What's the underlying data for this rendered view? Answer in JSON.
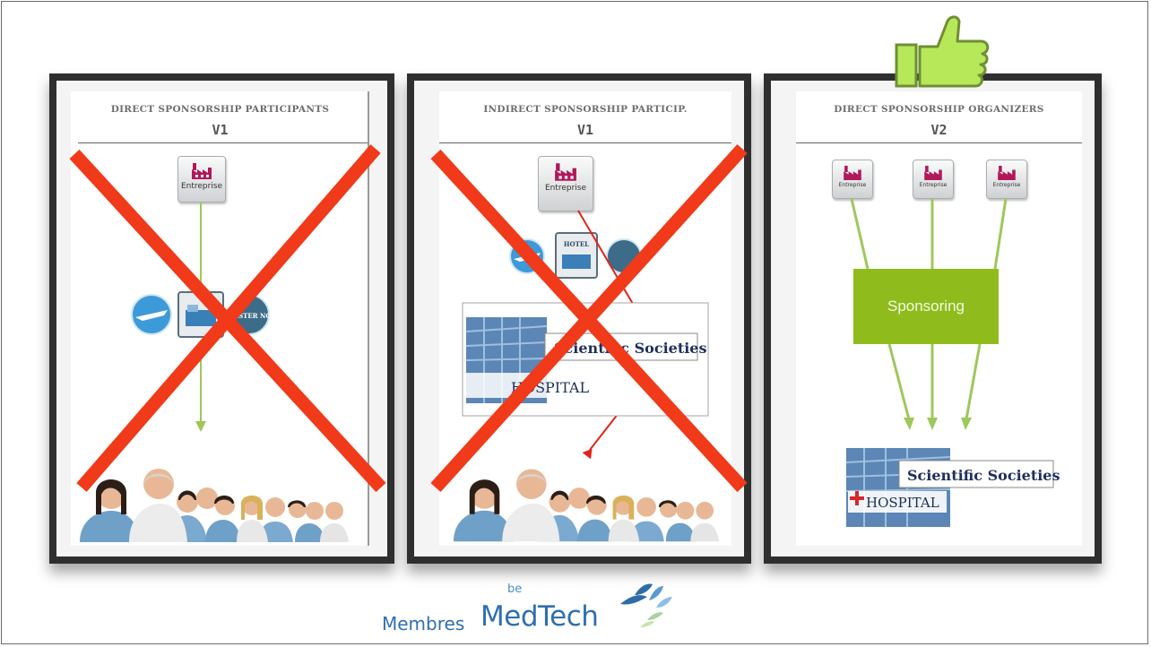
{
  "panels": [
    {
      "title": "DIRECT SPONSORSHIP PARTICIPANTS",
      "version": "V1",
      "enterprise_label": "Entreprise",
      "status": "rejected",
      "icons": [
        "airplane-icon",
        "hotel-icon",
        "register-now-icon"
      ],
      "register_icon_text": "REGISTER NOW"
    },
    {
      "title": "INDIRECT SPONSORSHIP PARTICIP.",
      "version": "V1",
      "enterprise_label": "Entreprise",
      "status": "rejected",
      "hotel_text": "HOTEL",
      "societies_label": "Scientific Societies",
      "hospital_label": "HOSPITAL"
    },
    {
      "title": "DIRECT SPONSORSHIP ORGANIZERS",
      "version": "V2",
      "enterprise_labels": [
        "Entreprise",
        "Entreprise",
        "Entreprise"
      ],
      "sponsoring_label": "Sponsoring",
      "societies_label": "Scientific Societies",
      "hospital_label": "HOSPITAL",
      "status": "approved"
    }
  ],
  "logo": {
    "be": "be",
    "membres": "Membres",
    "medtech": "MedTech"
  },
  "colors": {
    "cross": "#f03a1a",
    "sponsor": "#8fbc1c",
    "arrow_green": "#9dc85a",
    "arrow_red": "#e2231a",
    "thumb": "#b7e85a"
  }
}
